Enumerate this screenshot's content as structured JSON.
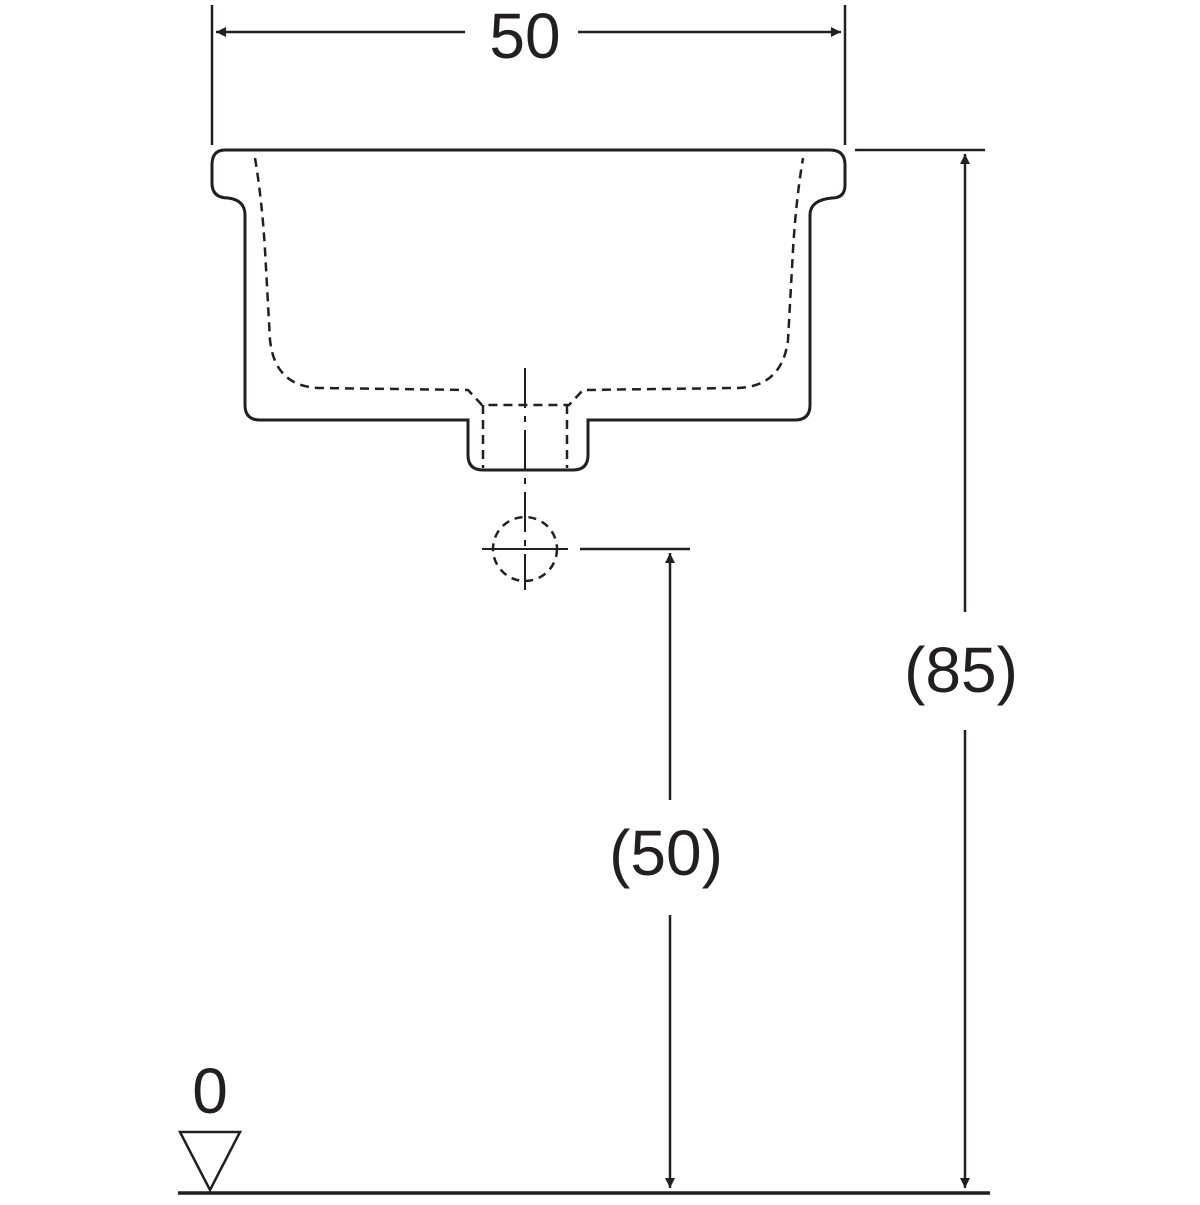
{
  "drawing": {
    "width_label": "50",
    "total_height_label": "(85)",
    "drain_height_label": "(50)",
    "floor_label": "0"
  },
  "colors": {
    "line": "#231f20",
    "background": "#ffffff"
  }
}
